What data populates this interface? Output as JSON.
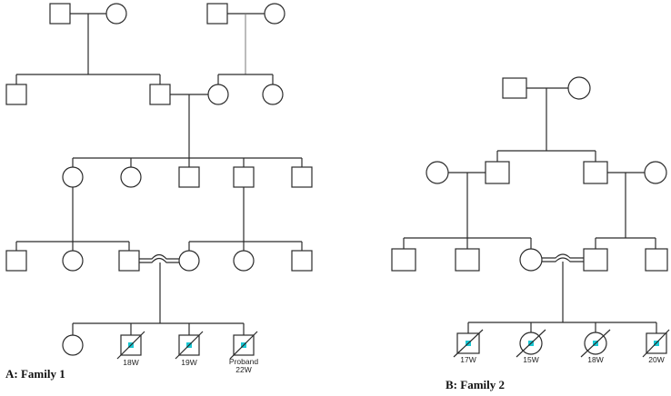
{
  "family1": {
    "title": "A: Family 1",
    "fetuses": [
      {
        "label": "18W"
      },
      {
        "label": "19W"
      },
      {
        "label_line1": "Proband",
        "label_line2": "22W"
      }
    ]
  },
  "family2": {
    "title": "B: Family 2",
    "fetuses": [
      {
        "label": "17W"
      },
      {
        "label": "15W"
      },
      {
        "label": "18W"
      },
      {
        "label": "20W"
      }
    ]
  },
  "colors": {
    "affected_marker": "#19c8d4",
    "line": "#2b2b2b"
  }
}
